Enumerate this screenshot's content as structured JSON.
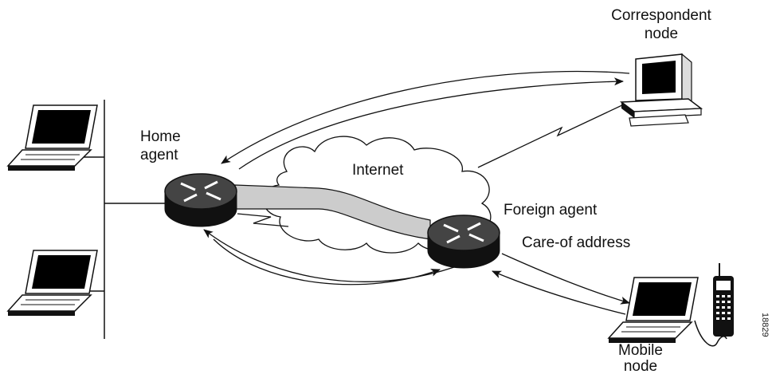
{
  "labels": {
    "correspondent_line1": "Correspondent",
    "correspondent_line2": "node",
    "home_agent_line1": "Home",
    "home_agent_line2": "agent",
    "internet": "Internet",
    "foreign_agent": "Foreign agent",
    "care_of_address": "Care-of address",
    "mobile_line1": "Mobile",
    "mobile_line2": "node",
    "figure_id": "18829"
  },
  "icons": [
    "laptop-icon",
    "router-icon",
    "desktop-computer-icon",
    "cellphone-icon",
    "cloud-icon",
    "serial-link-icon"
  ],
  "colors": {
    "line": "#111111",
    "tunnel": "#cccccc",
    "router_top": "#444444",
    "router_body": "#111111",
    "screen": "#000000"
  }
}
